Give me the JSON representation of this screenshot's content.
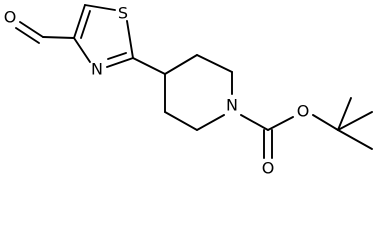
{
  "structure": {
    "atom_labels": {
      "aldehyde_oxygen": "O",
      "thiazole_sulfur": "S",
      "thiazole_nitrogen": "N",
      "piperidine_nitrogen": "N",
      "carbamate_ether_oxygen": "O",
      "carbamate_carbonyl_oxygen": "O"
    },
    "colors": {
      "bond": "#000000",
      "label": "#000000",
      "background": "#ffffff"
    }
  }
}
